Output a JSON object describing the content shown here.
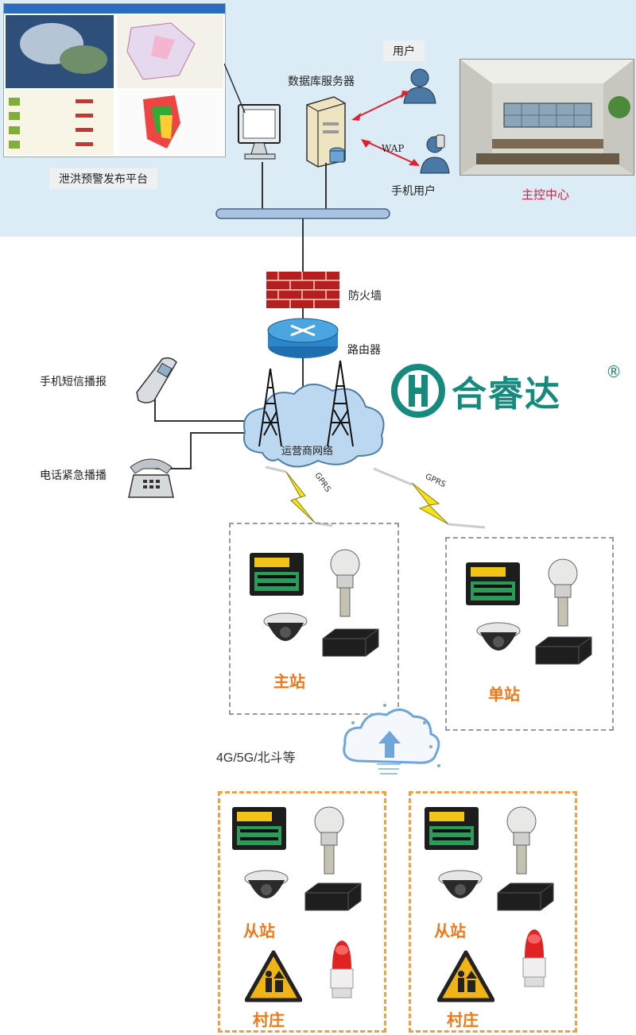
{
  "platform": {
    "label": "泄洪预警发布平台"
  },
  "database_server": {
    "label": "数据库服务器"
  },
  "user": {
    "label": "用户"
  },
  "mobile_user": {
    "label": "手机用户",
    "wap": "WAP"
  },
  "control_center": {
    "label": "主控中心"
  },
  "firewall": {
    "label": "防火墙"
  },
  "router": {
    "label": "路由器"
  },
  "sms_broadcast": {
    "label": "手机短信播报"
  },
  "phone_broadcast": {
    "label": "电话紧急播播"
  },
  "carrier_network": {
    "label": "运营商网络"
  },
  "gprs": {
    "left": "GPRS",
    "right": "GPRS"
  },
  "brand": {
    "name": "合睿达",
    "registered": "®"
  },
  "stations": {
    "main": "主站",
    "single": "单站",
    "slave_left": "从站",
    "slave_right": "从站",
    "village_left": "村庄",
    "village_right": "村庄"
  },
  "link": {
    "label": "4G/5G/北斗等"
  },
  "colors": {
    "brand": "#178a7e",
    "station_label": "#f07818",
    "top_band": "#dcecf6"
  }
}
